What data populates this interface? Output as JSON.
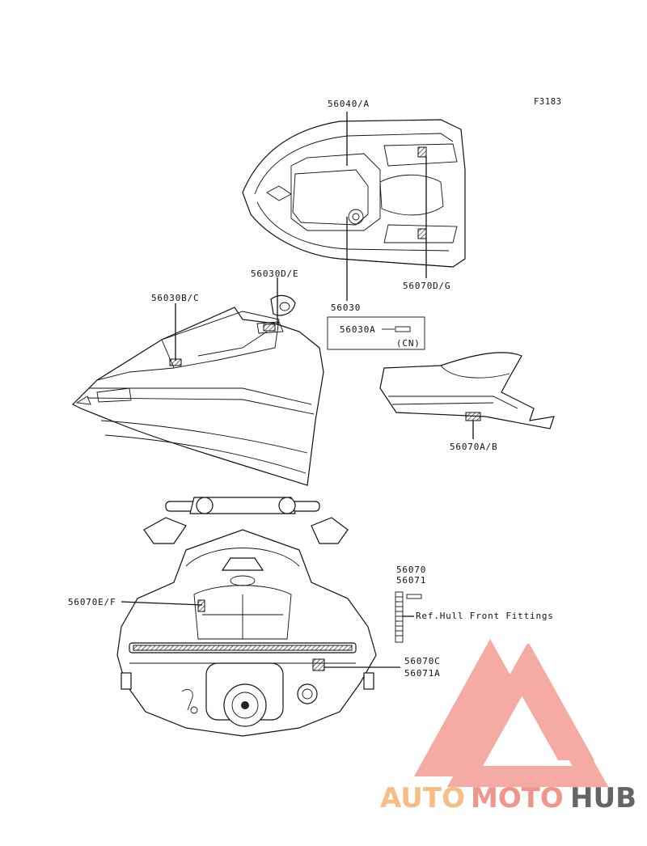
{
  "figure_id": "F3183",
  "callouts": {
    "c56040A": "56040/A",
    "c56030DE": "56030D/E",
    "c56030BC": "56030B/C",
    "c56030": "56030",
    "c56030A": "56030A",
    "cCN": "(CN)",
    "c56070DG": "56070D/G",
    "c56070AB": "56070A/B",
    "c56070EF": "56070E/F",
    "c56070": "56070",
    "c56071": "56071",
    "cRef": "Ref.Hull Front Fittings",
    "c56070C": "56070C",
    "c56071A": "56071A"
  },
  "watermark": {
    "part1": "AUTO",
    "part2": "MOTO",
    "part3": "HUB",
    "color_main": "#f4a19a",
    "color_mid": "#f08a80",
    "color_dark": "#555555"
  }
}
